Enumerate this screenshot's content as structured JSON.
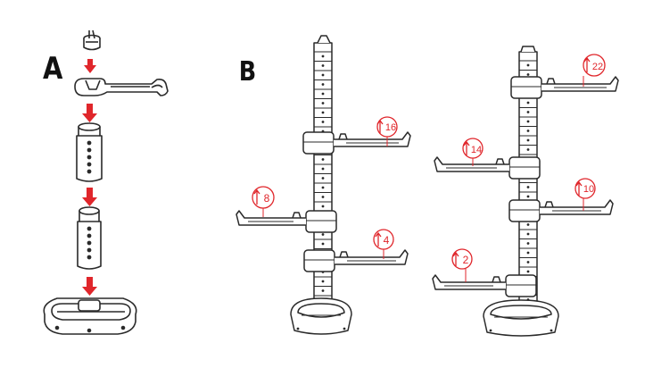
{
  "steps": {
    "a": "A",
    "b": "B"
  },
  "colors": {
    "line": "#2a2a2a",
    "accent": "#e0262b"
  },
  "setup_left": {
    "badges": [
      {
        "label": "16"
      },
      {
        "label": "8"
      },
      {
        "label": "4"
      }
    ]
  },
  "setup_right": {
    "badges": [
      {
        "label": "22"
      },
      {
        "label": "14"
      },
      {
        "label": "10"
      },
      {
        "label": "2"
      }
    ]
  }
}
